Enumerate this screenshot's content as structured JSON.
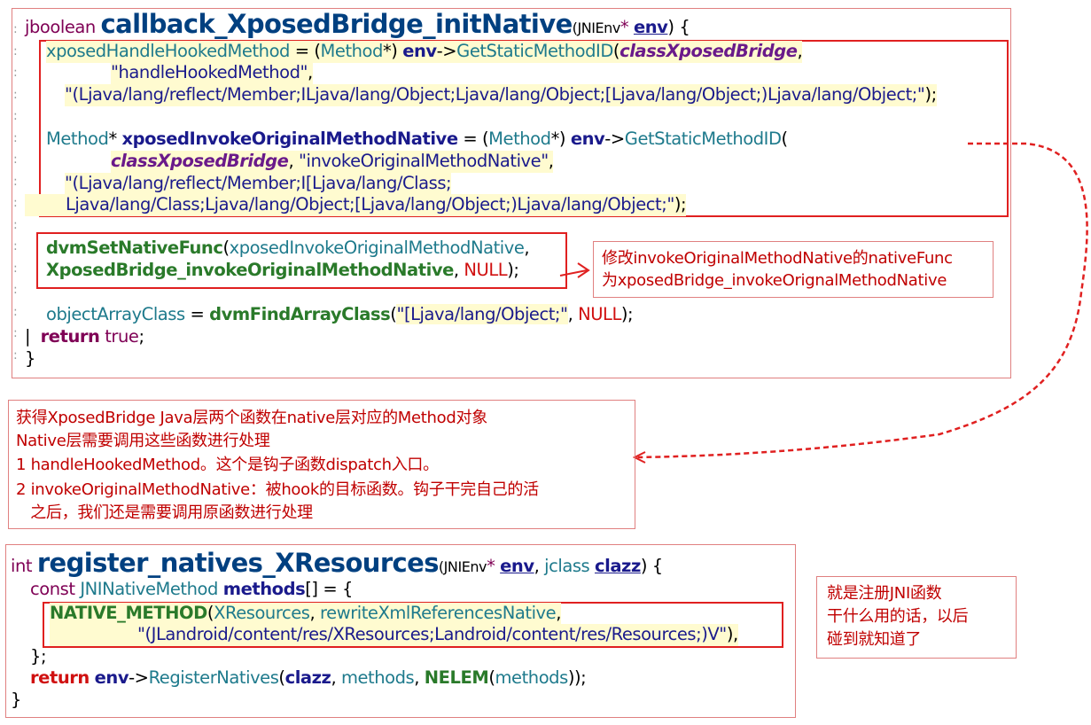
{
  "top_func": {
    "ret": "jboolean",
    "name": "callback_XposedBridge_initNative",
    "params": "(JNIEnv* env) {",
    "l1": "xposedHandleHookedMethod = (Method*) env->GetStaticMethodID(classXposedBridge,",
    "l2": "\"handleHookedMethod\",",
    "l3": "\"(Ljava/lang/reflect/Member;ILjava/lang/Object;Ljava/lang/Object;[Ljava/lang/Object;)Ljava/lang/Object;\");",
    "l4": "Method* xposedInvokeOriginalMethodNative = (Method*) env->GetStaticMethodID(",
    "l5": "classXposedBridge, \"invokeOriginalMethodNative\",",
    "l6": "\"(Ljava/lang/reflect/Member;I[Ljava/lang/Class;",
    "l7": "Ljava/lang/Class;Ljava/lang/Object;[Ljava/lang/Object;)Ljava/lang/Object;\");",
    "l8": "dvmSetNativeFunc(xposedInvokeOriginalMethodNative,",
    "l9": "XposedBridge_invokeOriginalMethodNative, NULL);",
    "l10": "objectArrayClass = dvmFindArrayClass(\"[Ljava/lang/Object;\", NULL);",
    "l11": "return true;",
    "l12": "}"
  },
  "bottom_func": {
    "ret": "int",
    "name": "register_natives_XResources",
    "params": "(JNIEnv* env, jclass clazz) {",
    "l1": "const JNINativeMethod methods[] = {",
    "l2": "NATIVE_METHOD(XResources, rewriteXmlReferencesNative,",
    "l3": "\"(JLandroid/content/res/XResources;Landroid/content/res/Resources;)V\"),",
    "l4": "};",
    "l5": "return env->RegisterNatives(clazz, methods, NELEM(methods));",
    "l6": "}"
  },
  "notes": {
    "native_func": [
      "修改invokeOriginalMethodNative的nativeFunc",
      "为xposedBridge_invokeOrignalMethodNative"
    ],
    "method_objects": [
      "获得XposedBridge Java层两个函数在native层对应的Method对象",
      "Native层需要调用这些函数进行处理",
      "1 handleHookedMethod。这个是钩子函数dispatch入口。",
      "2 invokeOriginalMethodNative：被hook的目标函数。钩子干完自己的活",
      "   之后，我们还是需要调用原函数进行处理"
    ],
    "register_jni": [
      "就是注册JNI函数",
      "干什么用的话，以后",
      "碰到就知道了"
    ]
  },
  "colors": {
    "annotation_red": "#e02020",
    "highlight": "#fffbd0"
  }
}
